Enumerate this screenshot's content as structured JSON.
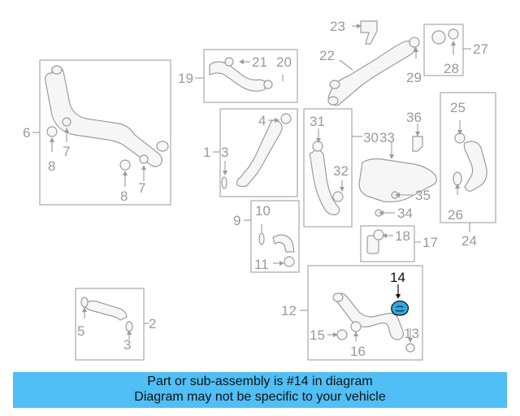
{
  "diagram": {
    "labels": {
      "l1": "1",
      "l2": "2",
      "l3a": "3",
      "l3b": "3",
      "l4": "4",
      "l5": "5",
      "l6": "6",
      "l7a": "7",
      "l7b": "7",
      "l8a": "8",
      "l8b": "8",
      "l9": "9",
      "l10": "10",
      "l11": "11",
      "l12": "12",
      "l13": "13",
      "l14": "14",
      "l15": "15",
      "l16": "16",
      "l17": "17",
      "l18": "18",
      "l19": "19",
      "l20": "20",
      "l21": "21",
      "l22": "22",
      "l23": "23",
      "l24": "24",
      "l25": "25",
      "l26": "26",
      "l27": "27",
      "l28": "28",
      "l29": "29",
      "l30": "30",
      "l31": "31",
      "l32": "32",
      "l33": "33",
      "l34": "34",
      "l35": "35",
      "l36": "36"
    },
    "highlight_color": "#2fa8e0"
  },
  "banner": {
    "line1": "Part or sub-assembly is #14 in diagram",
    "line2": "Diagram may not be specific to your vehicle",
    "background": "#4fbff5"
  }
}
